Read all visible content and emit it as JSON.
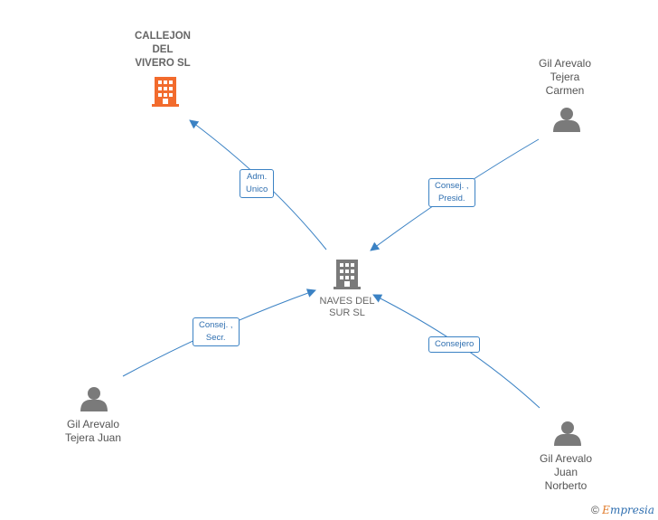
{
  "nodes": {
    "callejon": {
      "lines": [
        "CALLEJON",
        "DEL",
        "VIVERO SL"
      ],
      "icon": "building-icon",
      "color": "#f26b2d"
    },
    "naves": {
      "lines": [
        "NAVES DEL",
        "SUR SL"
      ],
      "icon": "building-icon",
      "color": "#7a7a7a"
    },
    "carmen": {
      "lines": [
        "Gil Arevalo",
        "Tejera",
        "Carmen"
      ],
      "icon": "person-icon",
      "color": "#7a7a7a"
    },
    "juan": {
      "lines": [
        "Gil Arevalo",
        "Tejera Juan"
      ],
      "icon": "person-icon",
      "color": "#7a7a7a"
    },
    "norberto": {
      "lines": [
        "Gil Arevalo",
        "Juan",
        "Norberto"
      ],
      "icon": "person-icon",
      "color": "#7a7a7a"
    }
  },
  "edges": {
    "adm_unico": {
      "lines": [
        "Adm.",
        "Unico"
      ]
    },
    "consej_presid": {
      "lines": [
        "Consej. ,",
        "Presid."
      ]
    },
    "consej_secr": {
      "lines": [
        "Consej. ,",
        "Secr."
      ]
    },
    "consejero": {
      "lines": [
        "Consejero"
      ]
    }
  },
  "footer": {
    "symbol": "©",
    "brand_first": "E",
    "brand_rest": "mpresia"
  },
  "colors": {
    "edge": "#3b82c4",
    "text": "#555555"
  }
}
